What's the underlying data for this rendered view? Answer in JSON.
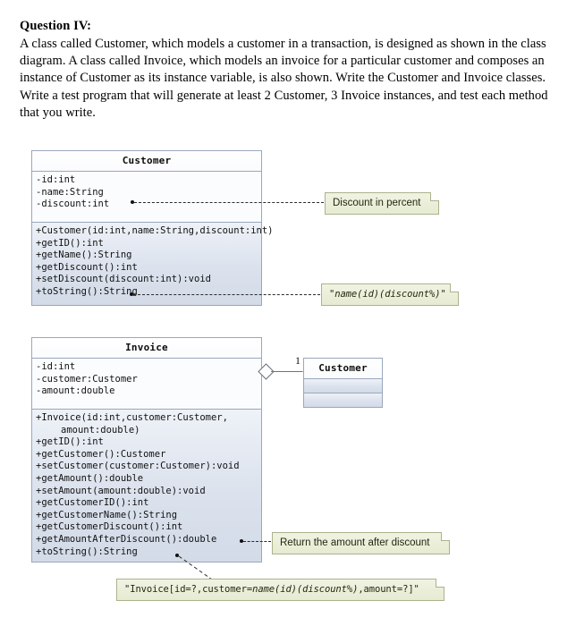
{
  "question": {
    "title": "Question IV:",
    "body": "A class called Customer, which models a customer in a transaction, is designed as shown in the class diagram. A class called Invoice, which models an invoice for a particular customer and composes an instance of Customer as its instance variable, is also shown. Write the Customer and Invoice classes. Write a test program that will generate at least 2 Customer, 3 Invoice instances, and test each method that you write."
  },
  "diagram": {
    "customer_class": {
      "name": "Customer",
      "attributes": [
        "-id:int",
        "-name:String",
        "-discount:int"
      ],
      "methods": [
        "+Customer(id:int,name:String,discount:int)",
        "+getID():int",
        "+getName():String",
        "+getDiscount():int",
        "+setDiscount(discount:int):void",
        "+toString():String"
      ]
    },
    "invoice_class": {
      "name": "Invoice",
      "attributes": [
        "-id:int",
        "-customer:Customer",
        "-amount:double"
      ],
      "methods": [
        "+Invoice(id:int,customer:Customer,",
        "amount:double)",
        "+getID():int",
        "+getCustomer():Customer",
        "+setCustomer(customer:Customer):void",
        "+getAmount():double",
        "+setAmount(amount:double):void",
        "+getCustomerID():int",
        "+getCustomerName():String",
        "+getCustomerDiscount():int",
        "+getAmountAfterDiscount():double",
        "+toString():String"
      ]
    },
    "customer_ref_class": {
      "name": "Customer"
    },
    "association": {
      "multiplicity": "1",
      "type": "aggregation"
    },
    "notes": {
      "discount_note": "Discount in percent",
      "customer_tostring_note": {
        "prefix": "\"",
        "italic": "name(id)(discount%)",
        "suffix": "\""
      },
      "amount_after_discount_note": "Return the amount after discount",
      "invoice_tostring_note": {
        "prefix": "\"Invoice[id=?,customer=",
        "italic": "name(id)(discount%)",
        "suffix": ",amount=?]\""
      }
    },
    "colors": {
      "class_border": "#9aa7bb",
      "methods_fill": "#dde4ee",
      "note_fill": "#e9eed6",
      "note_border": "#a9b48c",
      "connector": "#2a2a2a"
    }
  }
}
